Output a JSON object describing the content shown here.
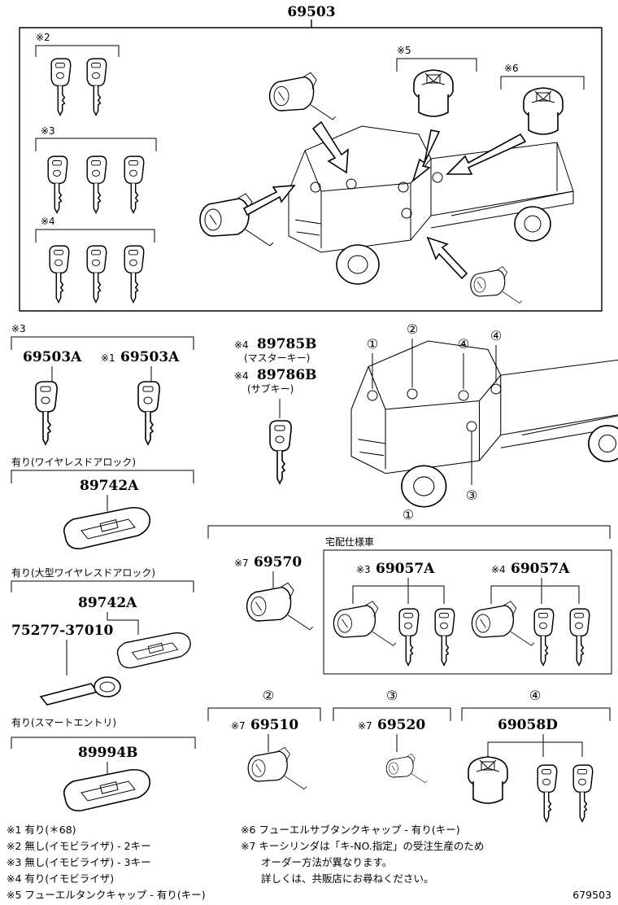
{
  "top": {
    "part": "69503",
    "markers": [
      "※2",
      "※3",
      "※4",
      "※5",
      "※6"
    ]
  },
  "left": {
    "group_marker": "※3",
    "key_a": "69503A",
    "key_b_mark": "※1",
    "key_b": "69503A",
    "wireless_label": "有り(ワイヤレスドアロック)",
    "wireless_part": "89742A",
    "big_wireless_label": "有り(大型ワイヤレスドアロック)",
    "big_wireless_part": "89742A",
    "holder_part": "75277-37010",
    "smart_label": "有り(スマートエントリ)",
    "smart_part": "89994B"
  },
  "middle": {
    "master_mark": "※4",
    "master_part": "89785B",
    "master_desc": "(マスターキー)",
    "sub_mark": "※4",
    "sub_part": "89786B",
    "sub_desc": "(サブキー)"
  },
  "truck_callouts": [
    "①",
    "②",
    "④",
    "④",
    "③"
  ],
  "section1": {
    "circle": "①",
    "cyl_mark": "※7",
    "cyl_part": "69570",
    "delivery_label": "宅配仕様車",
    "set_a_mark": "※3",
    "set_a_part": "69057A",
    "set_b_mark": "※4",
    "set_b_part": "69057A"
  },
  "section2": {
    "circle": "②",
    "mark": "※7",
    "part": "69510"
  },
  "section3": {
    "circle": "③",
    "mark": "※7",
    "part": "69520"
  },
  "section4": {
    "circle": "④",
    "part": "69058D"
  },
  "notes_left": [
    "※1 有り(＊68)",
    "※2 無し(イモビライザ) - 2キー",
    "※3 無し(イモビライザ) - 3キー",
    "※4 有り(イモビライザ)",
    "※5 フューエルタンクキャップ - 有り(キー)"
  ],
  "notes_right": [
    "※6 フューエルサブタンクキャップ - 有り(キー)",
    "※7 キーシリンダは「キ-NO.指定」の受注生産のため",
    "　　オーダー方法が異なります。",
    "　　詳しくは、共販店にお尋ねください。"
  ],
  "figure_no": "679503"
}
